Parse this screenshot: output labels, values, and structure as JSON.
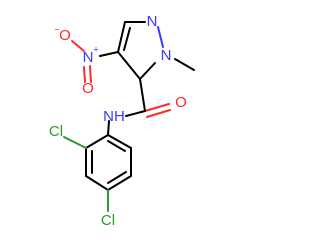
{
  "atoms": {
    "n1": "N",
    "n2": "N",
    "nitro_n": "N",
    "nitro_n_charge": "+",
    "nitro_o1": "O",
    "nitro_o1_charge": "−",
    "nitro_o2": "O",
    "amide_o": "O",
    "amide_nh": "NH",
    "cl_ortho": "Cl",
    "cl_para": "Cl"
  },
  "colors": {
    "carbon": "#000000",
    "nitrogen": "#3a3aff",
    "oxygen": "#ff2a2a",
    "chlorine": "#2a9a2a"
  }
}
